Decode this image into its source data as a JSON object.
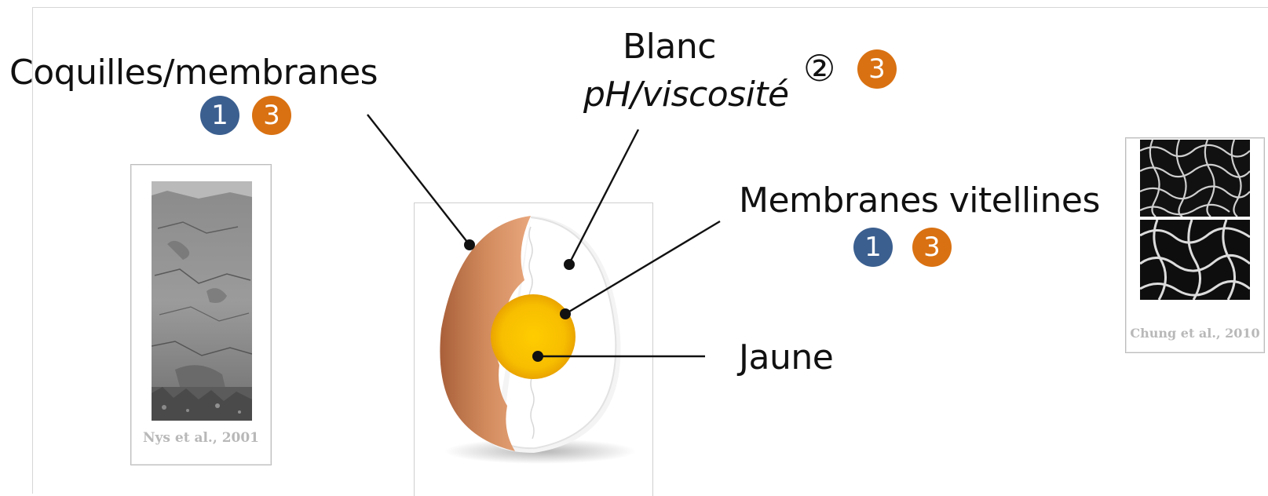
{
  "labels": {
    "shell": "Coquilles/membranes",
    "white_title": "Blanc",
    "white_sub": "pH/viscosité",
    "vitelline": "Membranes vitellines",
    "yolk": "Jaune"
  },
  "badges": {
    "shell": [
      "1",
      "3"
    ],
    "white_circled": "②",
    "white": [
      "3"
    ],
    "vitelline": [
      "1",
      "3"
    ]
  },
  "colors": {
    "badge_blue": "#3b5f8f",
    "badge_orange": "#d97112",
    "shell": "#c97a4c",
    "yolk": "#f6b800"
  },
  "images": {
    "left_caption": "Nys et al., 2001",
    "right_caption": "Chung et al., 2010",
    "left_subject": "shell-micrograph",
    "right_subject": "membrane-micrograph",
    "center_subject": "egg-cross-section"
  }
}
